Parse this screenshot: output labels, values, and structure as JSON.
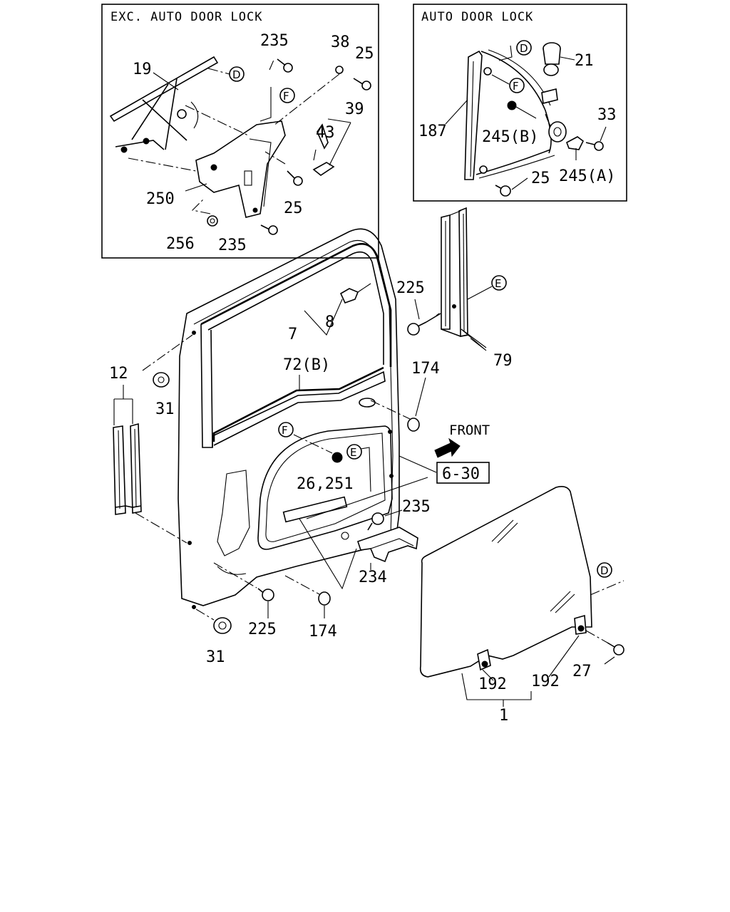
{
  "insets": {
    "exc_auto_door_lock": "EXC. AUTO DOOR LOCK",
    "auto_door_lock": "AUTO DOOR LOCK"
  },
  "refs": {
    "D": "D",
    "E": "E",
    "F": "F",
    "page_ref": "6-30"
  },
  "front_label": "FRONT",
  "parts": {
    "p235": "235",
    "p38": "38",
    "p25": "25",
    "p19": "19",
    "p39": "39",
    "p43": "43",
    "p250": "250",
    "p256": "256",
    "p21": "21",
    "p187": "187",
    "p245b": "245(B)",
    "p33": "33",
    "p245a": "245(A)",
    "p225": "225",
    "p7": "7",
    "p8": "8",
    "p79": "79",
    "p12": "12",
    "p72b": "72(B)",
    "p174": "174",
    "p31": "31",
    "p26_251": "26,251",
    "p234": "234",
    "p192": "192",
    "p27": "27",
    "p1": "1"
  }
}
